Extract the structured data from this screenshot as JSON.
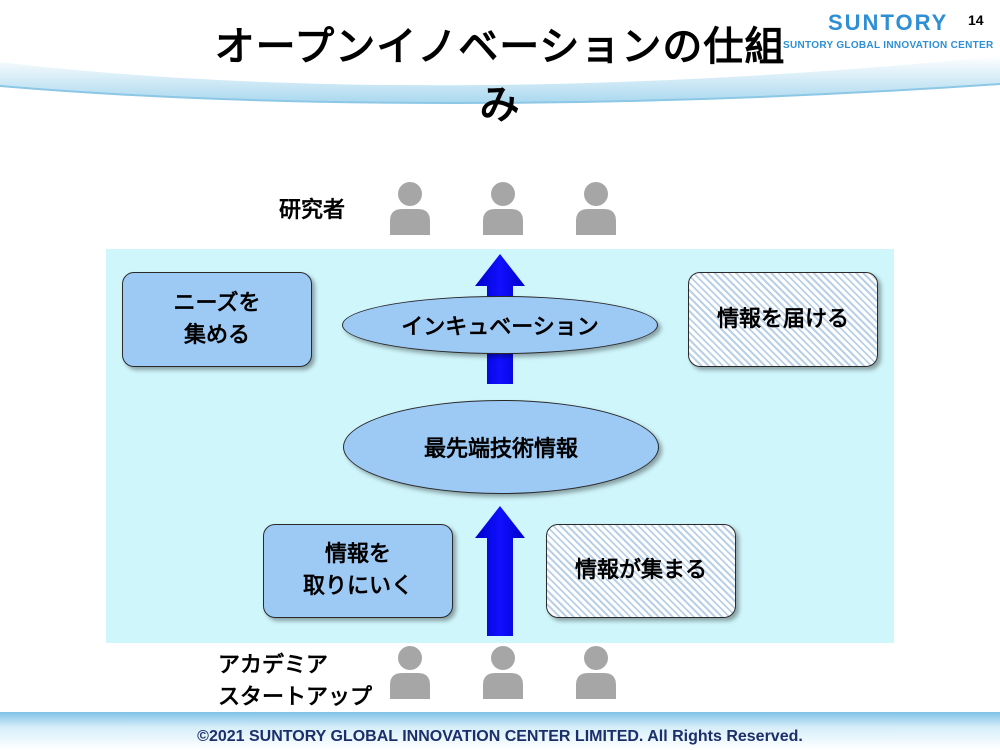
{
  "header": {
    "title": "オープンイノベーションの仕組み",
    "logo_brand": "SUNTORY",
    "logo_sub": "SUNTORY GLOBAL INNOVATION CENTER",
    "page_number": "14"
  },
  "diagram": {
    "top_label": "研究者",
    "bottom_label_line1": "アカデミア",
    "bottom_label_line2": "スタートアップ",
    "collect_needs_line1": "ニーズを",
    "collect_needs_line2": "集める",
    "incubation": "インキュベーション",
    "deliver_info": "情報を届ける",
    "cutting_edge_tech": "最先端技術情報",
    "get_info_line1": "情報を",
    "get_info_line2": "取りにいく",
    "info_gathers": "情報が集まる"
  },
  "colors": {
    "panel": "#cff6fb",
    "box_fill": "#9dc9f5",
    "arrow": "#0000ff",
    "person_icon": "#a6a6a6",
    "brand": "#2e8fd4"
  },
  "footer": {
    "copyright": "©2021 SUNTORY GLOBAL INNOVATION CENTER LIMITED. All Rights Reserved."
  }
}
